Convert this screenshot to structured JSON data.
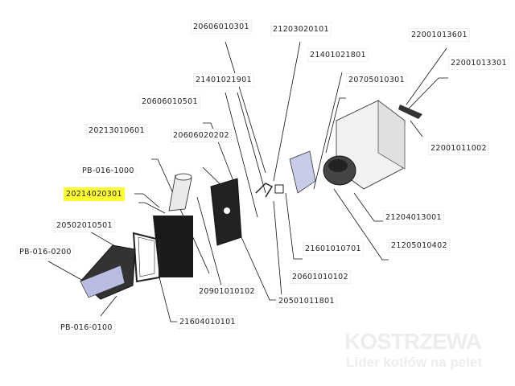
{
  "parts": [
    {
      "id": "20606010301"
    },
    {
      "id": "21203020101"
    },
    {
      "id": "22001013601"
    },
    {
      "id": "21401021801"
    },
    {
      "id": "22001013301"
    },
    {
      "id": "21401021901"
    },
    {
      "id": "20705010301"
    },
    {
      "id": "20606010501"
    },
    {
      "id": "20213010601"
    },
    {
      "id": "20606020202"
    },
    {
      "id": "22001011002"
    },
    {
      "id": "PB-016-1000"
    },
    {
      "id": "20214020301",
      "highlighted": true
    },
    {
      "id": "21204013001"
    },
    {
      "id": "20502010501"
    },
    {
      "id": "21601010701"
    },
    {
      "id": "21205010402"
    },
    {
      "id": "PB-016-0200"
    },
    {
      "id": "20601010102"
    },
    {
      "id": "20901010102"
    },
    {
      "id": "20501011801"
    },
    {
      "id": "PB-016-0100"
    },
    {
      "id": "21604010101"
    }
  ],
  "watermark": {
    "brand": "KOSTRZEWA",
    "tagline": "Lider kotłów na pelet"
  },
  "colors": {
    "highlight": "#ffff33"
  }
}
